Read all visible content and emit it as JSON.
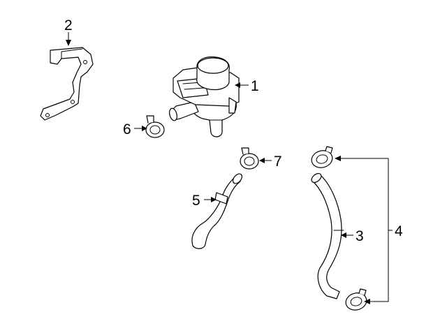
{
  "callouts": {
    "c1": "1",
    "c2": "2",
    "c3": "3",
    "c4": "4",
    "c5": "5",
    "c6": "6",
    "c7": "7"
  },
  "colors": {
    "line": "#000000",
    "fill": "#ffffff",
    "background": "#ffffff"
  }
}
